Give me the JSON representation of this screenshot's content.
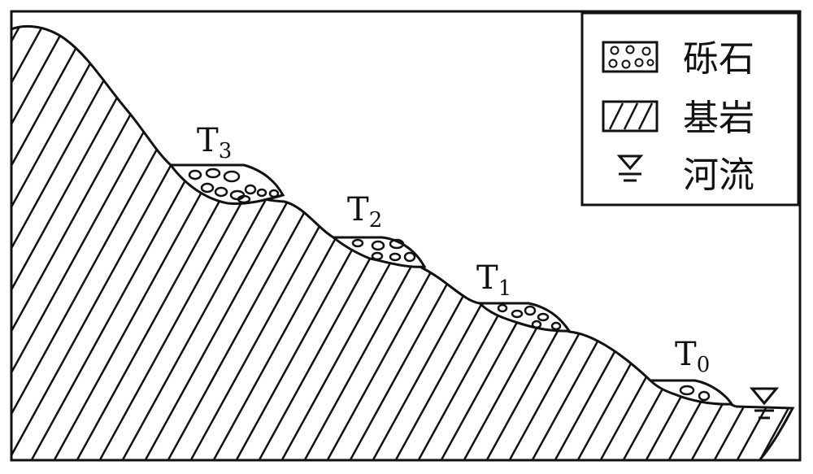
{
  "terraces": [
    {
      "letter": "T",
      "sub": "3"
    },
    {
      "letter": "T",
      "sub": "2"
    },
    {
      "letter": "T",
      "sub": "1"
    },
    {
      "letter": "T",
      "sub": "0"
    }
  ],
  "legend": {
    "gravel": "砾石",
    "bedrock": "基岩",
    "river": "河流"
  },
  "colors": {
    "stroke": "#111111",
    "background": "#ffffff"
  }
}
